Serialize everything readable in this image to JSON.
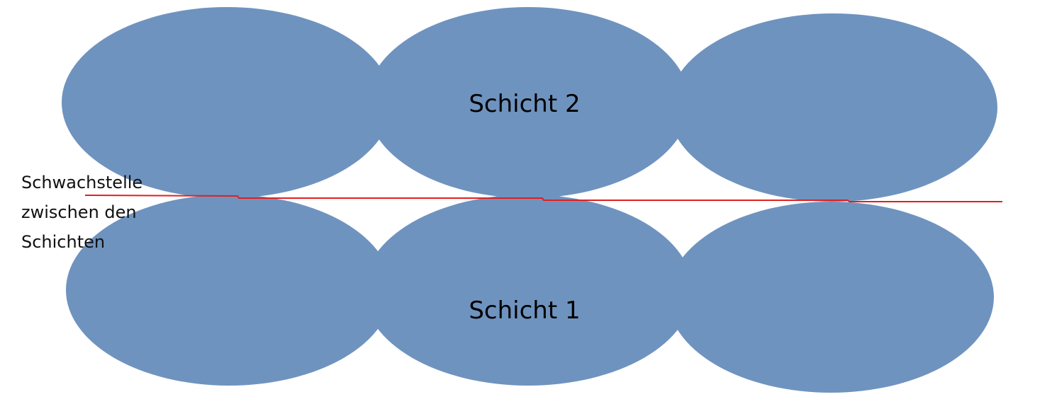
{
  "diagram": {
    "layers": [
      {
        "label": "Schicht 2"
      },
      {
        "label": "Schicht 1"
      }
    ],
    "weak_point_label_lines": [
      "Schwachstelle",
      "zwischen den",
      "Schichten"
    ]
  },
  "colors": {
    "layer_fill": "#6f93bf",
    "weak_line": "#e02020",
    "background": "#ffffff"
  }
}
